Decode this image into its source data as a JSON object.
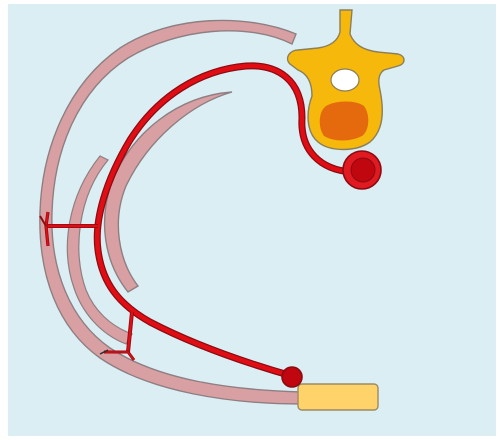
{
  "diagram": {
    "title": "",
    "labels": [],
    "colors": {
      "background_panel": "#dbeef4",
      "outer_bg": "#ffffff",
      "rib_fill": "#d9a0a4",
      "rib_stroke": "#8e7f82",
      "vessel_fill": "#e00d14",
      "vessel_stroke": "#8a0c12",
      "node_fill": "#c0060f",
      "node_ring": "#e01a20",
      "vertebra_fill": "#f6b80a",
      "vertebra_stroke": "#8b7e5a",
      "vertebral_body_fill": "#e46a0d",
      "sternum_fill": "#ffd36a",
      "sternum_stroke": "#9c8b63"
    },
    "parts": [
      "vertebra",
      "vertebral-body",
      "rib-upper",
      "rib-lower",
      "intercostal-artery",
      "aortic-node",
      "sternal-node",
      "sternum"
    ]
  }
}
